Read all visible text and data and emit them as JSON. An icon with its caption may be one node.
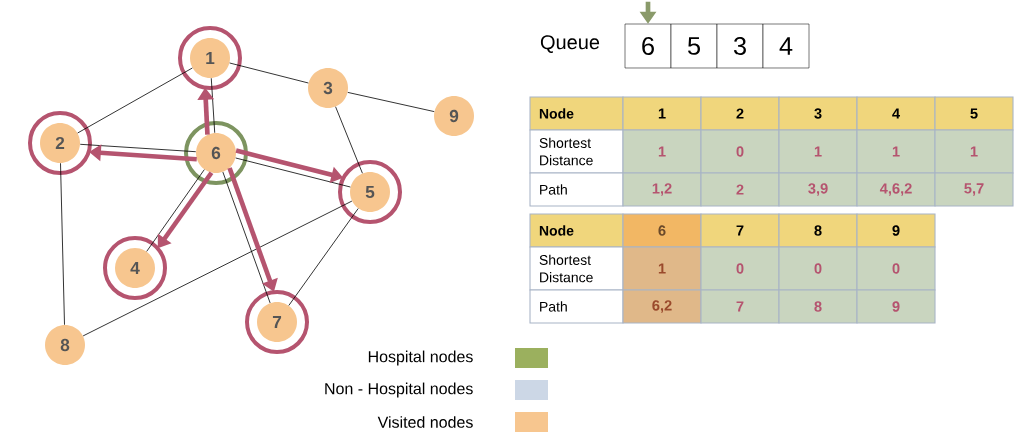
{
  "diagram": {
    "nodes": [
      {
        "text": [
          "1"
        ]
      },
      {
        "text": [
          "2"
        ]
      },
      {
        "text": [
          "3"
        ]
      },
      {
        "text": [
          "4"
        ]
      },
      {
        "text": [
          "5"
        ]
      },
      {
        "text": [
          "6"
        ]
      },
      {
        "text": [
          "7"
        ]
      },
      {
        "text": [
          "8"
        ]
      },
      {
        "text": [
          "9"
        ]
      },
      {
        "text": [
          "6"
        ]
      },
      {
        "text": [
          "5"
        ]
      },
      {
        "text": [
          "3"
        ]
      },
      {
        "text": [
          "4"
        ]
      }
    ],
    "edges": [
      {
        "from": 0,
        "to": 1,
        "arrow": "none"
      },
      {
        "from": 0,
        "to": 5,
        "arrow": "none"
      },
      {
        "from": 0,
        "to": 2,
        "arrow": "none"
      },
      {
        "from": 2,
        "to": 8,
        "arrow": "none"
      },
      {
        "from": 2,
        "to": 4,
        "arrow": "none"
      },
      {
        "from": 1,
        "to": 5,
        "arrow": "none"
      },
      {
        "from": 1,
        "to": 7,
        "arrow": "none"
      },
      {
        "from": 5,
        "to": 4,
        "arrow": "none"
      },
      {
        "from": 5,
        "to": 3,
        "arrow": "none"
      },
      {
        "from": 5,
        "to": 6,
        "arrow": "none"
      },
      {
        "from": 4,
        "to": 7,
        "arrow": "none"
      },
      {
        "from": 4,
        "to": 6,
        "arrow": "none"
      },
      {
        "from": 5,
        "to": 0,
        "arrow": "to",
        "style": "thick",
        "color": "#b5546f"
      },
      {
        "from": 5,
        "to": 1,
        "arrow": "to",
        "style": "thick",
        "color": "#b5546f"
      },
      {
        "from": 5,
        "to": 4,
        "arrow": "to",
        "style": "thick",
        "color": "#b5546f"
      },
      {
        "from": 5,
        "to": 3,
        "arrow": "to",
        "style": "thick",
        "color": "#b5546f"
      },
      {
        "from": 5,
        "to": 6,
        "arrow": "to",
        "style": "thick",
        "color": "#b5546f"
      },
      {
        "from": null,
        "to": 9,
        "arrow": "to",
        "style": "thick",
        "color": "#8a9a6a"
      }
    ],
    "labels": [
      "Queue",
      "Node",
      "1",
      "2",
      "3",
      "4",
      "5",
      "Shortest Distance",
      "1",
      "0",
      "1",
      "1",
      "1",
      "Path",
      "1,2",
      "2",
      "3,9",
      "4,6,2",
      "5,7",
      "Node",
      "6",
      "7",
      "8",
      "9",
      "Shortest Distance",
      "1",
      "0",
      "0",
      "0",
      "Path",
      "6,2",
      "7",
      "8",
      "9"
    ],
    "legend": [
      {
        "text": "Hospital nodes",
        "color": "#9bb05e"
      },
      {
        "text": "Non - Hospital nodes",
        "color": "#ccd7e6"
      },
      {
        "text": "Visited nodes",
        "color": "#f7c68f"
      }
    ]
  }
}
